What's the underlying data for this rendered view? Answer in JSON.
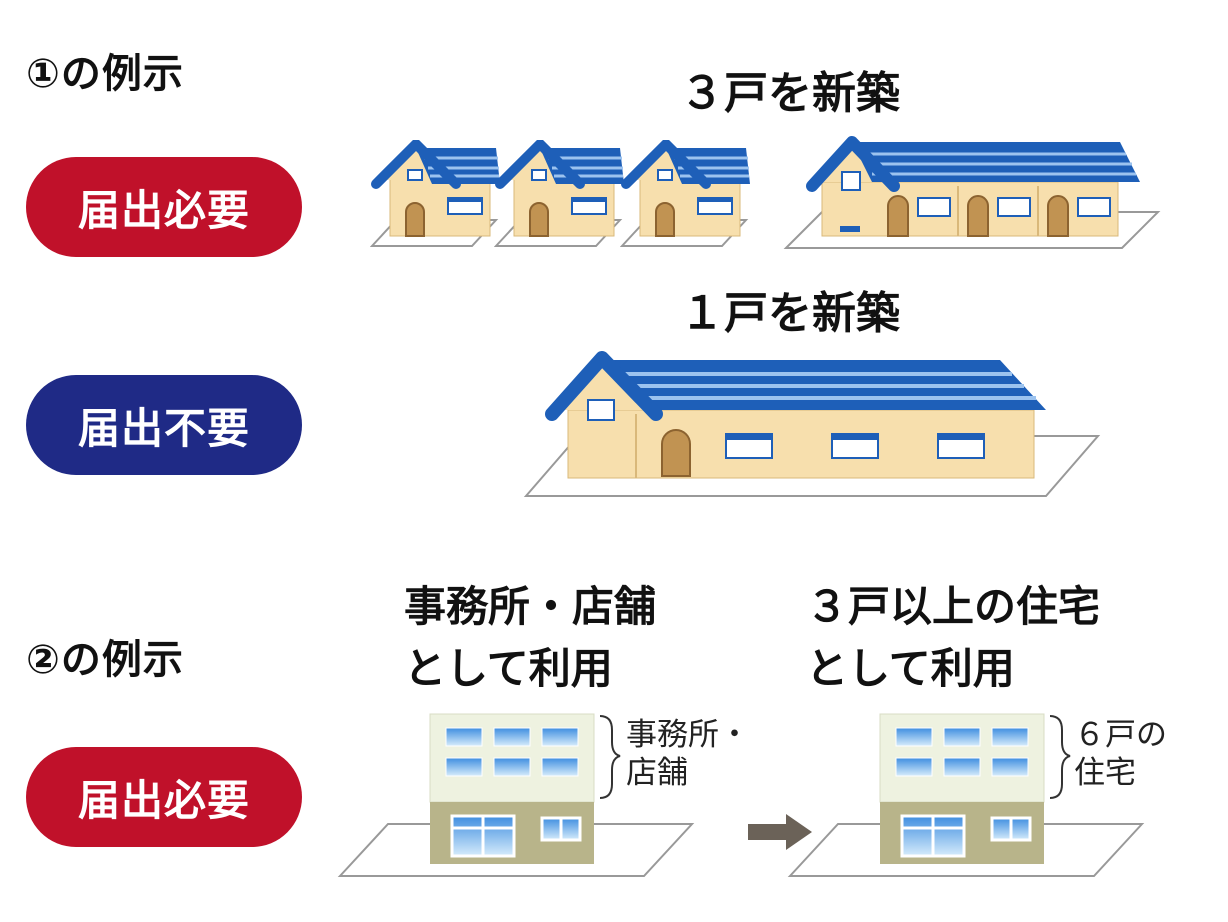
{
  "example1": {
    "title": "①の例示",
    "case_a": {
      "caption": "３戸を新築",
      "badge": "届出必要"
    },
    "case_b": {
      "caption": "１戸を新築",
      "badge": "届出不要"
    }
  },
  "example2": {
    "title": "②の例示",
    "badge": "届出必要",
    "before": {
      "caption_line1": "事務所・店舗",
      "caption_line2": "として利用",
      "note_line1": "事務所・",
      "note_line2": "店舗"
    },
    "after": {
      "caption_line1": "３戸以上の住宅",
      "caption_line2": "として利用",
      "note_line1": "６戸の",
      "note_line2": "住宅"
    }
  },
  "colors": {
    "required_badge": "#c0112a",
    "not_required_badge": "#1f2a86",
    "roof": "#1e5fb8",
    "wall": "#f7dfad",
    "door": "#c19352"
  }
}
